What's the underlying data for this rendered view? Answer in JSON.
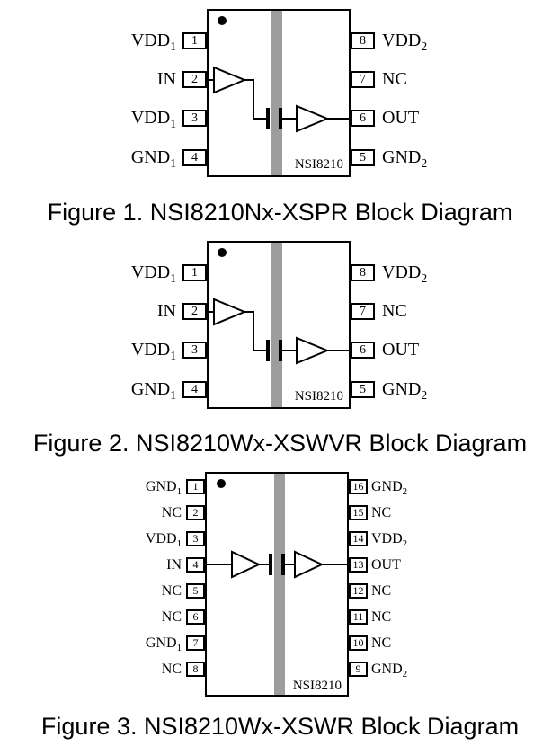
{
  "colors": {
    "barrier": "#9d9d9d",
    "stroke": "#000000"
  },
  "figures": [
    {
      "caption": "Figure 1. NSI8210Nx-XSPR Block Diagram",
      "chip_label": "NSI8210",
      "pins_left": [
        {
          "num": "1",
          "main": "VDD",
          "sub": "1"
        },
        {
          "num": "2",
          "main": "IN",
          "sub": ""
        },
        {
          "num": "3",
          "main": "VDD",
          "sub": "1"
        },
        {
          "num": "4",
          "main": "GND",
          "sub": "1"
        }
      ],
      "pins_right": [
        {
          "num": "8",
          "main": "VDD",
          "sub": "2"
        },
        {
          "num": "7",
          "main": "NC",
          "sub": ""
        },
        {
          "num": "6",
          "main": "OUT",
          "sub": ""
        },
        {
          "num": "5",
          "main": "GND",
          "sub": "2"
        }
      ]
    },
    {
      "caption": "Figure 2. NSI8210Wx-XSWVR Block Diagram",
      "chip_label": "NSI8210",
      "pins_left": [
        {
          "num": "1",
          "main": "VDD",
          "sub": "1"
        },
        {
          "num": "2",
          "main": "IN",
          "sub": ""
        },
        {
          "num": "3",
          "main": "VDD",
          "sub": "1"
        },
        {
          "num": "4",
          "main": "GND",
          "sub": "1"
        }
      ],
      "pins_right": [
        {
          "num": "8",
          "main": "VDD",
          "sub": "2"
        },
        {
          "num": "7",
          "main": "NC",
          "sub": ""
        },
        {
          "num": "6",
          "main": "OUT",
          "sub": ""
        },
        {
          "num": "5",
          "main": "GND",
          "sub": "2"
        }
      ]
    },
    {
      "caption": "Figure 3. NSI8210Wx-XSWR Block Diagram",
      "chip_label": "NSI8210",
      "pins_left": [
        {
          "num": "1",
          "main": "GND",
          "sub": "1"
        },
        {
          "num": "2",
          "main": "NC",
          "sub": ""
        },
        {
          "num": "3",
          "main": "VDD",
          "sub": "1"
        },
        {
          "num": "4",
          "main": "IN",
          "sub": ""
        },
        {
          "num": "5",
          "main": "NC",
          "sub": ""
        },
        {
          "num": "6",
          "main": "NC",
          "sub": ""
        },
        {
          "num": "7",
          "main": "GND",
          "sub": "1"
        },
        {
          "num": "8",
          "main": "NC",
          "sub": ""
        }
      ],
      "pins_right": [
        {
          "num": "16",
          "main": "GND",
          "sub": "2"
        },
        {
          "num": "15",
          "main": "NC",
          "sub": ""
        },
        {
          "num": "14",
          "main": "VDD",
          "sub": "2"
        },
        {
          "num": "13",
          "main": "OUT",
          "sub": ""
        },
        {
          "num": "12",
          "main": "NC",
          "sub": ""
        },
        {
          "num": "11",
          "main": "NC",
          "sub": ""
        },
        {
          "num": "10",
          "main": "NC",
          "sub": ""
        },
        {
          "num": "9",
          "main": "GND",
          "sub": "2"
        }
      ]
    }
  ]
}
